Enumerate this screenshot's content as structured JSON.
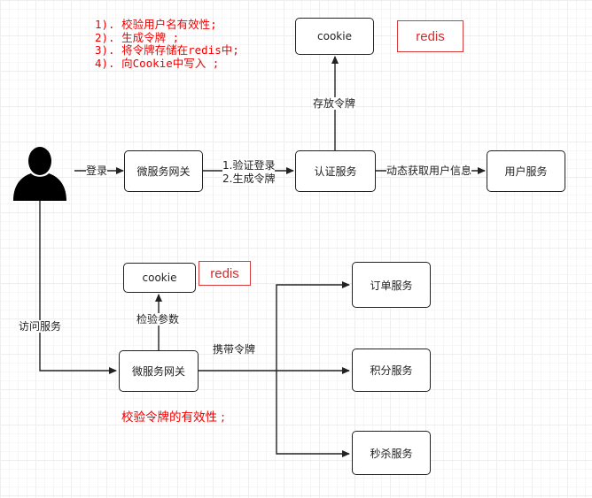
{
  "notes": [
    "1). 校验用户名有效性;",
    "2). 生成令牌 ;",
    "3). 将令牌存储在redis中;",
    "4). 向Cookie中写入 ;"
  ],
  "top_flow": {
    "gateway": "微服务网关",
    "auth": "认证服务",
    "user_service": "用户服务",
    "cookie": "cookie",
    "redis": "redis"
  },
  "bottom_flow": {
    "gateway": "微服务网关",
    "cookie": "cookie",
    "redis": "redis",
    "services": [
      "订单服务",
      "积分服务",
      "秒杀服务"
    ]
  },
  "edge_labels": {
    "login": "登录",
    "verify_line1": "1.验证登录",
    "verify_line2": "2.生成令牌",
    "dynamic_get_user": "动态获取用户信息",
    "store_token": "存放令牌",
    "visit_service": "访问服务",
    "check_params": "检验参数",
    "carry_token": "携带令牌"
  },
  "gateway_note": "校验令牌的有效性 ;"
}
